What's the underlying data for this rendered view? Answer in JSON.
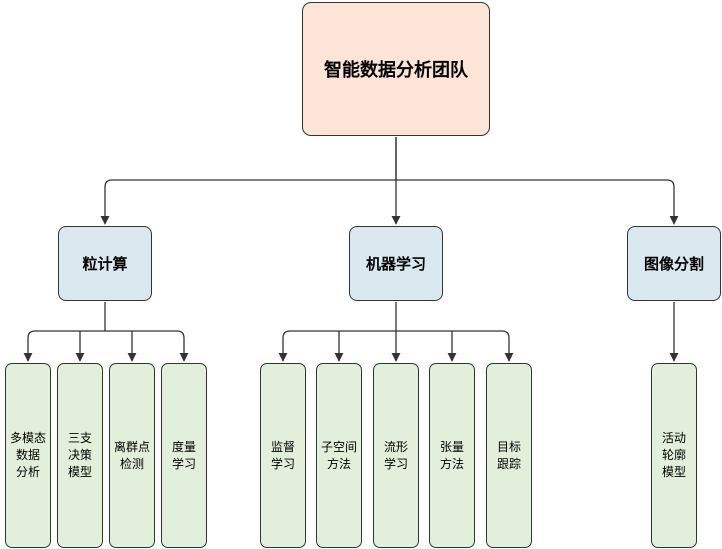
{
  "root": {
    "label": "智能数据分析团队",
    "fill": "#fce4d6"
  },
  "categories": [
    {
      "label": "粒计算",
      "children": [
        "多模态\n数据\n分析",
        "三支\n决策\n模型",
        "离群点\n检测",
        "度量\n学习"
      ]
    },
    {
      "label": "机器学习",
      "children": [
        "监督\n学习",
        "子空间\n方法",
        "流形\n学习",
        "张量\n方法",
        "目标\n跟踪"
      ]
    },
    {
      "label": "图像分割",
      "children": [
        "活动\n轮廓\n模型"
      ]
    }
  ],
  "colors": {
    "category_fill": "#dae8f0",
    "leaf_fill": "#e2efda",
    "line": "#333333"
  }
}
